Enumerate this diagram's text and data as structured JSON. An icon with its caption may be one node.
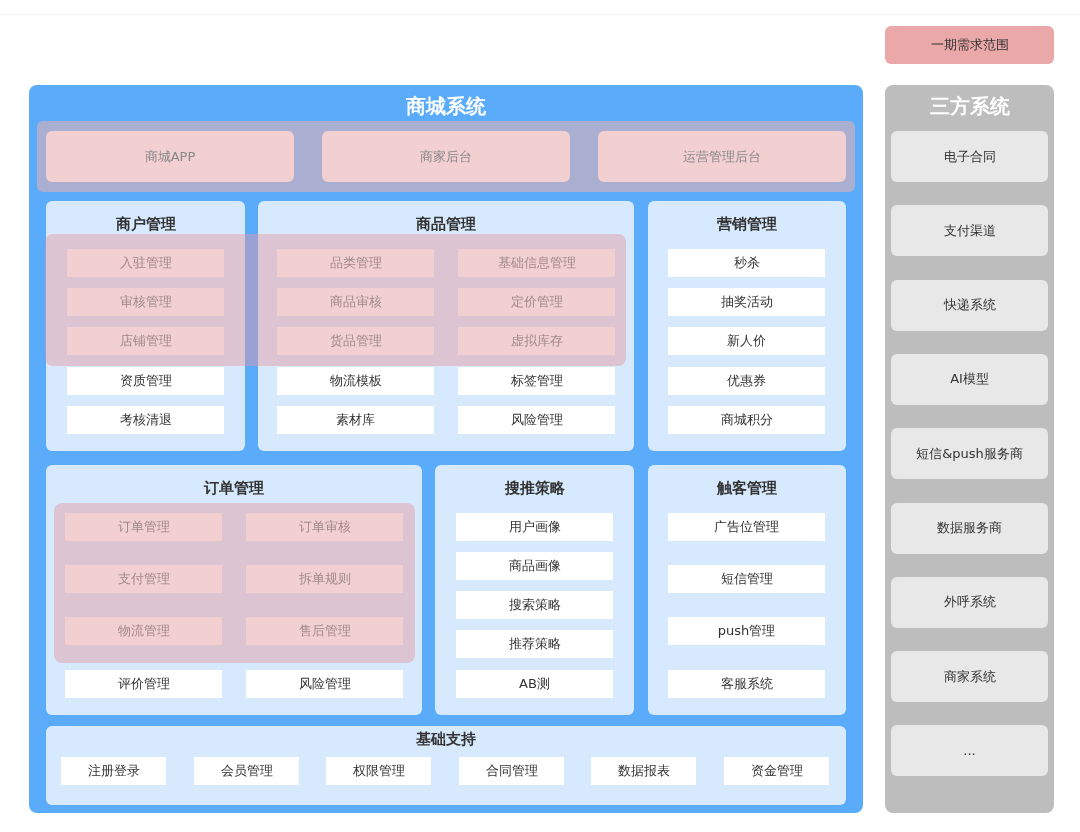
{
  "diagram": {
    "nodes": [
      {
        "text": [
          "商城系统"
        ]
      },
      {
        "text": [],
        "shape": "band",
        "in": 0
      },
      {
        "text": [
          "商城APP"
        ],
        "in": 1
      },
      {
        "text": [
          "商家后台"
        ],
        "in": 1
      },
      {
        "text": [
          "运营管理后台"
        ],
        "in": 1
      },
      {
        "text": [
          "商户管理"
        ],
        "in": 0
      },
      {
        "text": [
          "入驻管理"
        ],
        "in": 5
      },
      {
        "text": [
          "审核管理"
        ],
        "in": 5
      },
      {
        "text": [
          "店铺管理"
        ],
        "in": 5
      },
      {
        "text": [
          "资质管理"
        ],
        "in": 5
      },
      {
        "text": [
          "考核清退"
        ],
        "in": 5
      },
      {
        "text": [
          "商品管理"
        ],
        "in": 0
      },
      {
        "text": [
          "品类管理"
        ],
        "in": 11
      },
      {
        "text": [
          "基础信息管理"
        ],
        "in": 11
      },
      {
        "text": [
          "商品审核"
        ],
        "in": 11
      },
      {
        "text": [
          "定价管理"
        ],
        "in": 11
      },
      {
        "text": [
          "货品管理"
        ],
        "in": 11
      },
      {
        "text": [
          "虚拟库存"
        ],
        "in": 11
      },
      {
        "text": [
          "物流模板"
        ],
        "in": 11
      },
      {
        "text": [
          "标签管理"
        ],
        "in": 11
      },
      {
        "text": [
          "素材库"
        ],
        "in": 11
      },
      {
        "text": [
          "风险管理"
        ],
        "in": 11
      },
      {
        "text": [
          "营销管理"
        ],
        "in": 0
      },
      {
        "text": [
          "秒杀"
        ],
        "in": 22
      },
      {
        "text": [
          "抽奖活动"
        ],
        "in": 22
      },
      {
        "text": [
          "新人价"
        ],
        "in": 22
      },
      {
        "text": [
          "优惠券"
        ],
        "in": 22
      },
      {
        "text": [
          "商城积分"
        ],
        "in": 22
      },
      {
        "text": [
          "订单管理"
        ],
        "in": 0
      },
      {
        "text": [
          "订单管理"
        ],
        "in": 28
      },
      {
        "text": [
          "订单审核"
        ],
        "in": 28
      },
      {
        "text": [
          "支付管理"
        ],
        "in": 28
      },
      {
        "text": [
          "拆单规则"
        ],
        "in": 28
      },
      {
        "text": [
          "物流管理"
        ],
        "in": 28
      },
      {
        "text": [
          "售后管理"
        ],
        "in": 28
      },
      {
        "text": [
          "评价管理"
        ],
        "in": 28
      },
      {
        "text": [
          "风险管理"
        ],
        "in": 28
      },
      {
        "text": [
          "搜推策略"
        ],
        "in": 0
      },
      {
        "text": [
          "用户画像"
        ],
        "in": 37
      },
      {
        "text": [
          "商品画像"
        ],
        "in": 37
      },
      {
        "text": [
          "搜索策略"
        ],
        "in": 37
      },
      {
        "text": [
          "推荐策略"
        ],
        "in": 37
      },
      {
        "text": [
          "AB测"
        ],
        "in": 37
      },
      {
        "text": [
          "触客管理"
        ],
        "in": 0
      },
      {
        "text": [
          "广告位管理"
        ],
        "in": 43
      },
      {
        "text": [
          "短信管理"
        ],
        "in": 43
      },
      {
        "text": [
          "push管理"
        ],
        "in": 43
      },
      {
        "text": [
          "客服系统"
        ],
        "in": 43
      },
      {
        "text": [
          "基础支持"
        ],
        "in": 0
      },
      {
        "text": [
          "注册登录"
        ],
        "in": 48
      },
      {
        "text": [
          "会员管理"
        ],
        "in": 48
      },
      {
        "text": [
          "权限管理"
        ],
        "in": 48
      },
      {
        "text": [
          "合同管理"
        ],
        "in": 48
      },
      {
        "text": [
          "数据报表"
        ],
        "in": 48
      },
      {
        "text": [
          "资金管理"
        ],
        "in": 48
      },
      {
        "text": [
          "三方系统"
        ]
      },
      {
        "text": [
          "电子合同"
        ],
        "in": 55
      },
      {
        "text": [
          "支付渠道"
        ],
        "in": 55
      },
      {
        "text": [
          "快递系统"
        ],
        "in": 55
      },
      {
        "text": [
          "AI模型"
        ],
        "in": 55
      },
      {
        "text": [
          "短信&push服务商"
        ],
        "in": 55
      },
      {
        "text": [
          "数据服务商"
        ],
        "in": 55
      },
      {
        "text": [
          "外呼系统"
        ],
        "in": 55
      },
      {
        "text": [
          "商家系统"
        ],
        "in": 55
      },
      {
        "text": [
          "..."
        ],
        "in": 55
      }
    ],
    "legend": [
      {
        "text": "一期需求范围",
        "color": "#eba8a8"
      }
    ]
  }
}
